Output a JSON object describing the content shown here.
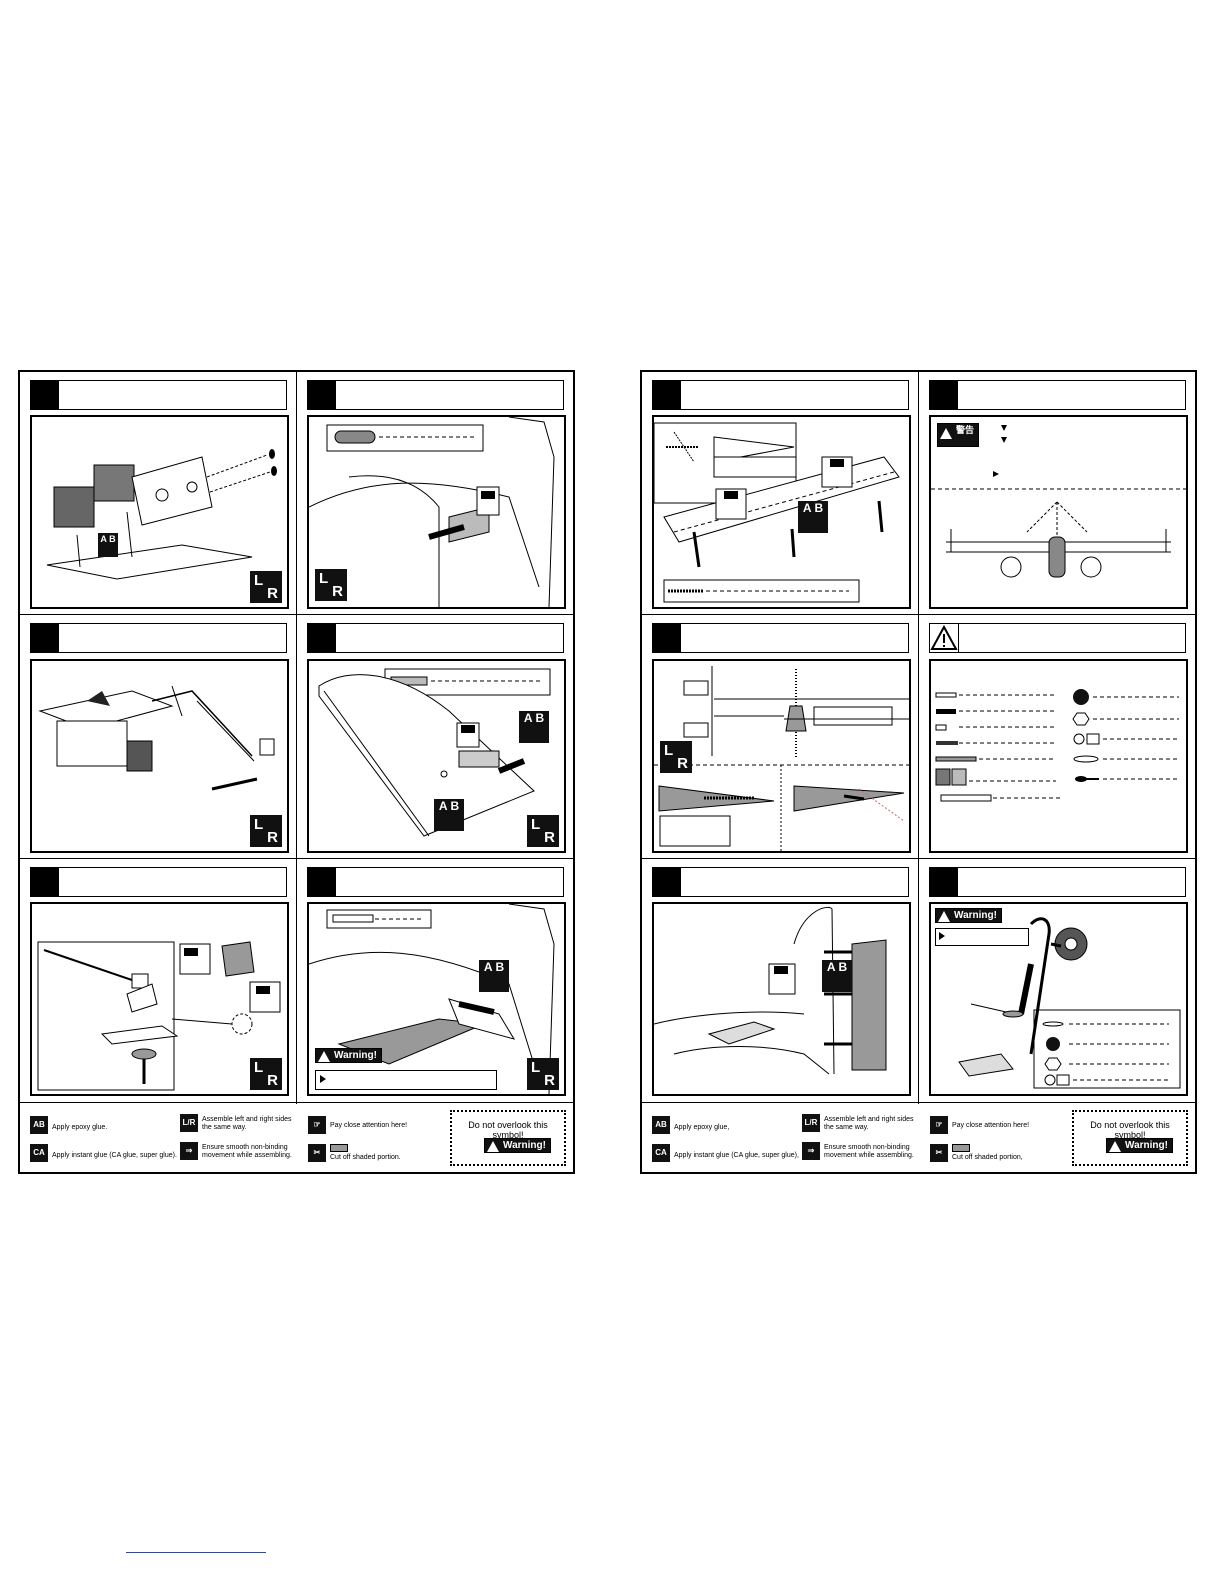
{
  "legend": {
    "epoxy": "Apply epoxy glue.",
    "epoxy_alt": "Apply epoxy glue,",
    "instant": "Apply instant glue (CA glue, super glue).",
    "instant_alt": "Apply instant glue (CA glue, super glue),",
    "lr_line1": "Assemble left and right sides",
    "lr_line2": "the same way.",
    "smooth_line1": "Ensure smooth non-binding",
    "smooth_line2": "movement while assembling.",
    "attention": "Pay close attention here!",
    "cutoff": "Cut off shaded portion.",
    "cutoff_alt": "Cut off shaded portion,",
    "notice": "Do not overlook this symbol!",
    "warning": "Warning!",
    "lr_L": "L",
    "lr_R": "R",
    "ab_A": "A",
    "ab_B": "B"
  },
  "badges": {
    "warning": "Warning!",
    "chinese_warning": "警告"
  },
  "colors": {
    "ink": "#000000",
    "shade": "#9a9a9a",
    "link": "#1a4ad6"
  }
}
